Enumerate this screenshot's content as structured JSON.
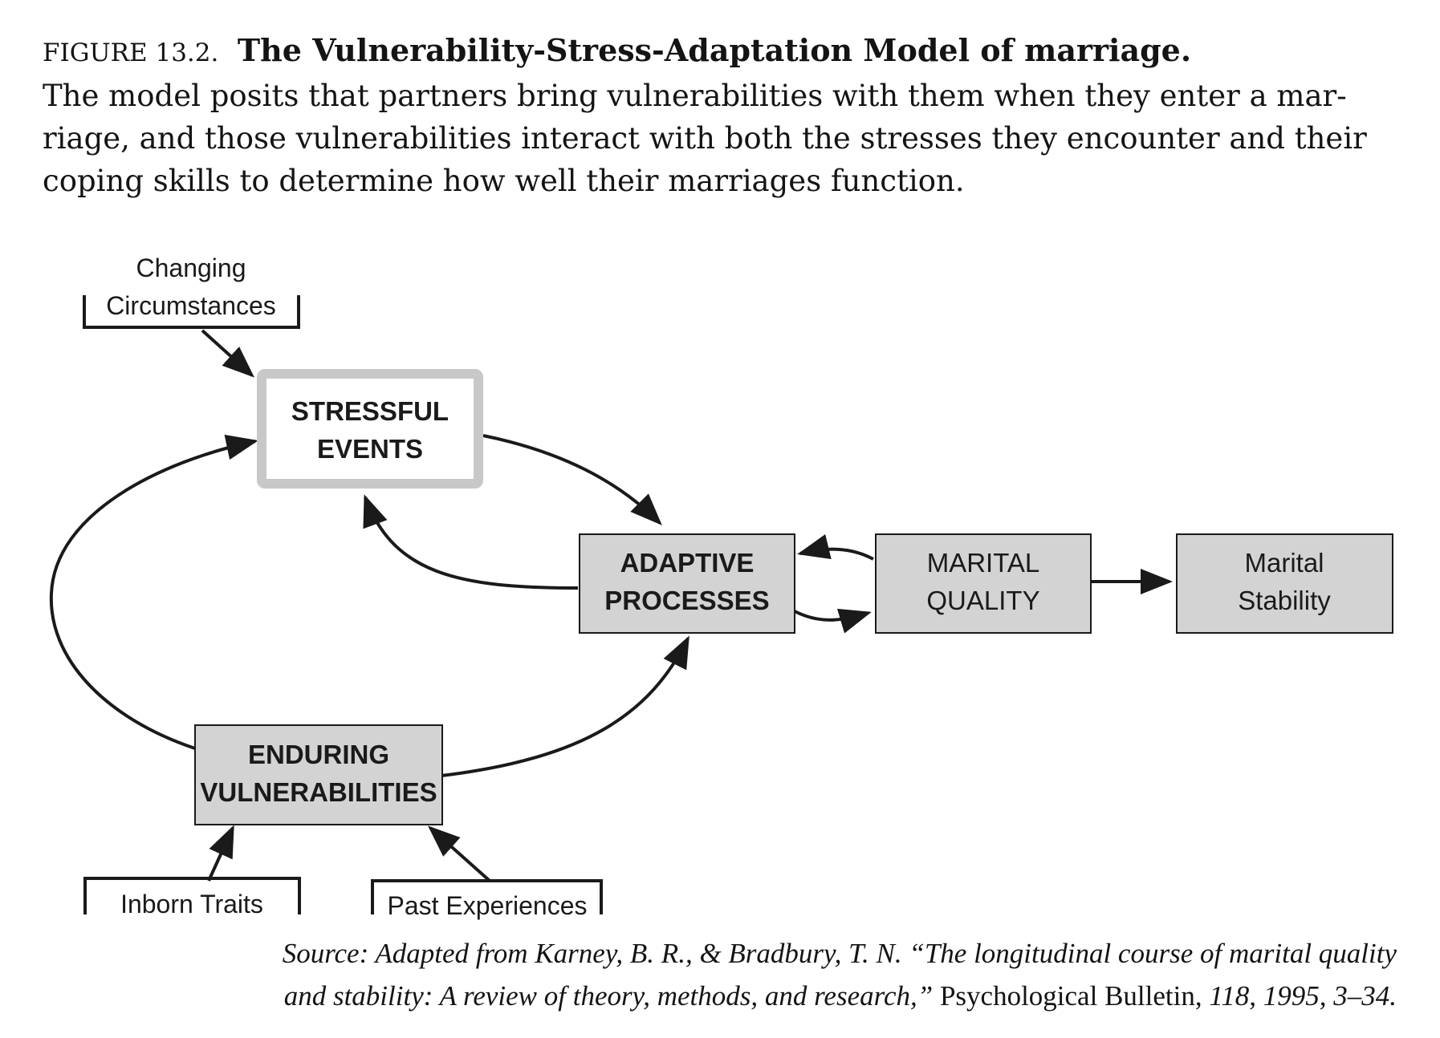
{
  "caption": {
    "figure_label": "FIGURE 13.2.",
    "title": "The Vulnerability-Stress-Adaptation Model of marriage.",
    "lines": [
      "The model posits that partners bring vulnerabilities with them when they enter a mar-",
      "riage, and those vulnerabilities interact with both the stresses they encounter and their",
      "coping skills to determine how well their marriages function."
    ]
  },
  "diagram": {
    "nodes": {
      "stressful_events": {
        "line1": "STRESSFUL",
        "line2": "EVENTS"
      },
      "adaptive_processes": {
        "line1": "ADAPTIVE",
        "line2": "PROCESSES"
      },
      "marital_quality": {
        "line1": "MARITAL",
        "line2": "QUALITY"
      },
      "marital_stability": {
        "line1": "Marital",
        "line2": "Stability"
      },
      "enduring_vulnerabilities": {
        "line1": "ENDURING",
        "line2": "VULNERABILITIES"
      }
    },
    "inputs": {
      "changing_circumstances": {
        "line1": "Changing",
        "line2": "Circumstances"
      },
      "inborn_traits": "Inborn Traits",
      "past_experiences": "Past Experiences"
    },
    "colors": {
      "box_fill": "#d3d3d3",
      "stress_border": "#c8c8c8",
      "line": "#1a1a1a"
    }
  },
  "source": {
    "line1": "Source: Adapted from Karney, B. R., & Bradbury, T. N.  “The longitudinal course of marital quality",
    "line2_italic": "and stability: A review of theory, methods, and research,”",
    "line2_journal": " Psychological Bulletin, ",
    "line2_tail": "118, 1995, 3–34."
  }
}
